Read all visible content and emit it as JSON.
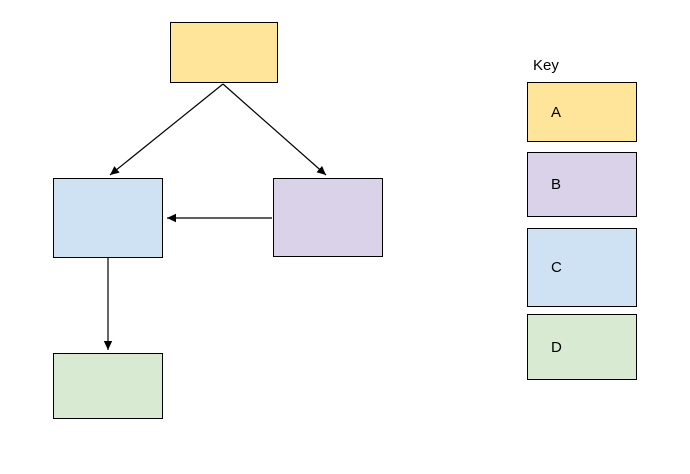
{
  "key": {
    "title": "Key",
    "items": [
      {
        "label": "A",
        "color": "#ffe599"
      },
      {
        "label": "B",
        "color": "#d9d2e9"
      },
      {
        "label": "C",
        "color": "#cfe2f3"
      },
      {
        "label": "D",
        "color": "#d9ead3"
      }
    ]
  },
  "diagram": {
    "nodes": [
      {
        "key": "A",
        "color": "#ffe599",
        "position": "top"
      },
      {
        "key": "B",
        "color": "#d9d2e9",
        "position": "middle-right"
      },
      {
        "key": "C",
        "color": "#cfe2f3",
        "position": "middle-left"
      },
      {
        "key": "D",
        "color": "#d9ead3",
        "position": "bottom"
      }
    ],
    "edges": [
      {
        "from": "A",
        "to": "C"
      },
      {
        "from": "A",
        "to": "B"
      },
      {
        "from": "B",
        "to": "C"
      },
      {
        "from": "C",
        "to": "D"
      }
    ],
    "edge_color": "#000000",
    "border_color": "#000000",
    "background_color": "#ffffff"
  }
}
